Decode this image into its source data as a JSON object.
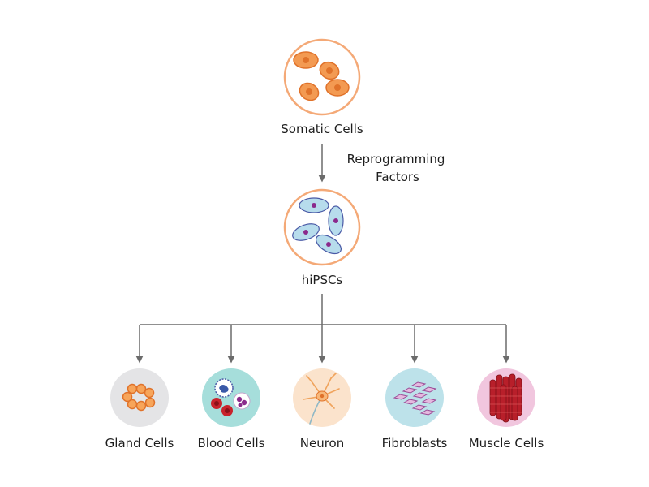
{
  "diagram": {
    "source": {
      "label": "Somatic Cells",
      "icon": "somatic-cells-icon"
    },
    "process": {
      "line1": "Reprogramming",
      "line2": "Factors"
    },
    "stem": {
      "label": "hiPSCs",
      "icon": "hipsc-cells-icon"
    },
    "outputs": [
      {
        "label": "Gland Cells",
        "icon": "gland-cells-icon",
        "bg": "#e4e4e6"
      },
      {
        "label": "Blood Cells",
        "icon": "blood-cells-icon",
        "bg": "#a6dedb"
      },
      {
        "label": "Neuron",
        "icon": "neuron-icon",
        "bg": "#fbe3cc"
      },
      {
        "label": "Fibroblasts",
        "icon": "fibroblasts-icon",
        "bg": "#bde2ea"
      },
      {
        "label": "Muscle Cells",
        "icon": "muscle-cells-icon",
        "bg": "#f1c6de"
      }
    ]
  },
  "colors": {
    "ring": "#f4a977",
    "connector": "#6b6b6b",
    "somatic_fill": "#f39a52",
    "somatic_stroke": "#e0722a",
    "hipsc_fill": "#b7dcec",
    "hipsc_stroke": "#4a5aa6",
    "nucleus": "#8b2a8c"
  }
}
